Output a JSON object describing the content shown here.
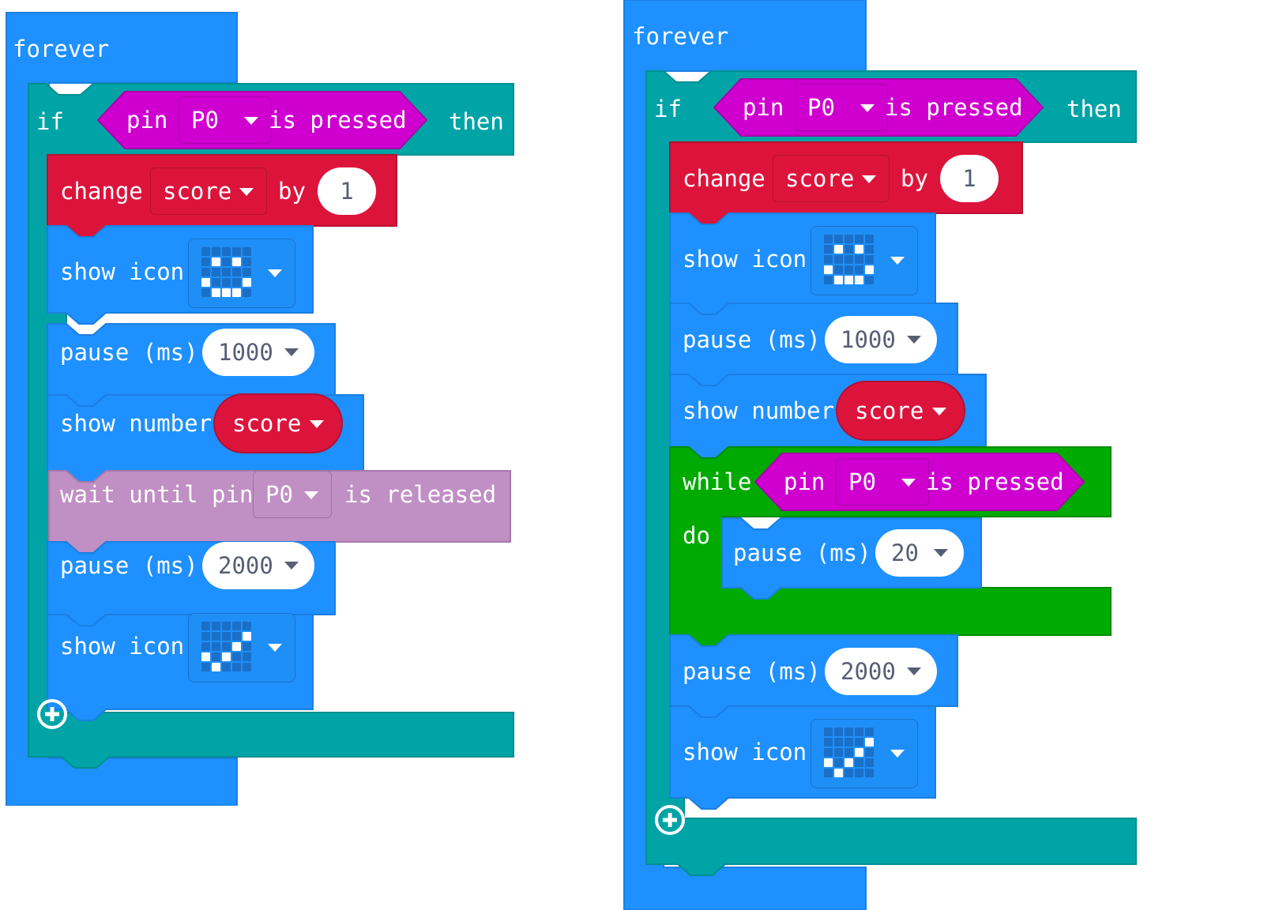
{
  "colors": {
    "basic": "#1e90ff",
    "logic": "#00a4a6",
    "variables": "#dc143c",
    "input": "#cf00cf",
    "loops": "#00aa00",
    "pins": "#c08fc4"
  },
  "left": {
    "forever_label": "forever",
    "if_label": "if",
    "then_label": "then",
    "condition": {
      "pin_label": "pin",
      "pin_value": "P0",
      "suffix": "is pressed"
    },
    "change": {
      "label": "change",
      "variable": "score",
      "by_label": "by",
      "amount": "1"
    },
    "show_icon_1": {
      "label": "show icon",
      "icon": "happy-face-icon"
    },
    "pause_1": {
      "label": "pause (ms)",
      "value": "1000"
    },
    "show_number": {
      "label": "show number",
      "variable": "score"
    },
    "wait_until": {
      "prefix": "wait until pin",
      "pin_value": "P0",
      "suffix": "is released"
    },
    "pause_2": {
      "label": "pause (ms)",
      "value": "2000"
    },
    "show_icon_2": {
      "label": "show icon",
      "icon": "check-mark-icon"
    },
    "add_icon": "plus-circle-icon"
  },
  "right": {
    "forever_label": "forever",
    "if_label": "if",
    "then_label": "then",
    "condition": {
      "pin_label": "pin",
      "pin_value": "P0",
      "suffix": "is pressed"
    },
    "change": {
      "label": "change",
      "variable": "score",
      "by_label": "by",
      "amount": "1"
    },
    "show_icon_1": {
      "label": "show icon",
      "icon": "happy-face-icon"
    },
    "pause_1": {
      "label": "pause (ms)",
      "value": "1000"
    },
    "show_number": {
      "label": "show number",
      "variable": "score"
    },
    "while_block": {
      "while_label": "while",
      "do_label": "do",
      "condition": {
        "pin_label": "pin",
        "pin_value": "P0",
        "suffix": "is pressed"
      },
      "pause": {
        "label": "pause (ms)",
        "value": "20"
      }
    },
    "pause_2": {
      "label": "pause (ms)",
      "value": "2000"
    },
    "show_icon_2": {
      "label": "show icon",
      "icon": "check-mark-icon"
    },
    "add_icon": "plus-circle-icon"
  }
}
